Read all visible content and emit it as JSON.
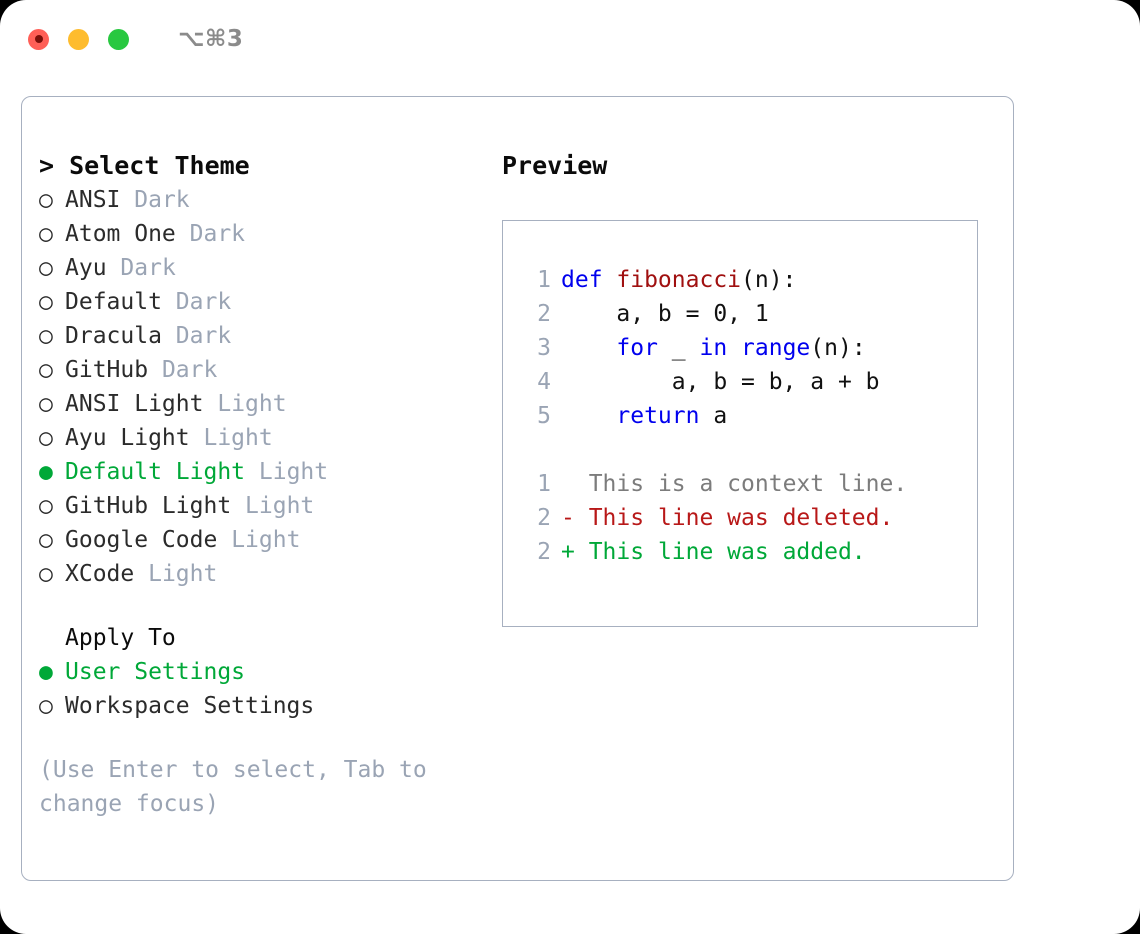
{
  "titlebar": {
    "shortcut": "⌥⌘3",
    "lights": {
      "close": "close-button",
      "minimize": "minimize-button",
      "maximize": "maximize-button"
    }
  },
  "theme_list": {
    "header": "> Select Theme",
    "items": [
      {
        "bullet": "○",
        "label": "ANSI",
        "tag": "Dark",
        "selected": false
      },
      {
        "bullet": "○",
        "label": "Atom One",
        "tag": "Dark",
        "selected": false
      },
      {
        "bullet": "○",
        "label": "Ayu",
        "tag": "Dark",
        "selected": false
      },
      {
        "bullet": "○",
        "label": "Default",
        "tag": "Dark",
        "selected": false
      },
      {
        "bullet": "○",
        "label": "Dracula",
        "tag": "Dark",
        "selected": false
      },
      {
        "bullet": "○",
        "label": "GitHub",
        "tag": "Dark",
        "selected": false
      },
      {
        "bullet": "○",
        "label": "ANSI Light",
        "tag": "Light",
        "selected": false
      },
      {
        "bullet": "○",
        "label": "Ayu Light",
        "tag": "Light",
        "selected": false
      },
      {
        "bullet": "●",
        "label": "Default Light",
        "tag": "Light",
        "selected": true
      },
      {
        "bullet": "○",
        "label": "GitHub Light",
        "tag": "Light",
        "selected": false
      },
      {
        "bullet": "○",
        "label": "Google Code",
        "tag": "Light",
        "selected": false
      },
      {
        "bullet": "○",
        "label": "XCode",
        "tag": "Light",
        "selected": false
      }
    ]
  },
  "apply_to": {
    "label": "Apply To",
    "options": [
      {
        "bullet": "●",
        "label": "User Settings",
        "selected": true
      },
      {
        "bullet": "○",
        "label": "Workspace Settings",
        "selected": false
      }
    ]
  },
  "hint": "(Use Enter to select, Tab to change focus)",
  "preview": {
    "title": "Preview",
    "code_lines": [
      {
        "no": "1",
        "tokens": [
          {
            "t": "def ",
            "c": "kw"
          },
          {
            "t": "fibonacci",
            "c": "fn"
          },
          {
            "t": "(n):",
            "c": "plain"
          }
        ]
      },
      {
        "no": "2",
        "tokens": [
          {
            "t": "    a, b = 0, 1",
            "c": "plain"
          }
        ]
      },
      {
        "no": "3",
        "tokens": [
          {
            "t": "    ",
            "c": "plain"
          },
          {
            "t": "for",
            "c": "kw"
          },
          {
            "t": " _ ",
            "c": "plain"
          },
          {
            "t": "in",
            "c": "kw"
          },
          {
            "t": " ",
            "c": "plain"
          },
          {
            "t": "range",
            "c": "kw"
          },
          {
            "t": "(n):",
            "c": "plain"
          }
        ]
      },
      {
        "no": "4",
        "tokens": [
          {
            "t": "        a, b = b, a + b",
            "c": "plain"
          }
        ]
      },
      {
        "no": "5",
        "tokens": [
          {
            "t": "    ",
            "c": "plain"
          },
          {
            "t": "return",
            "c": "kw"
          },
          {
            "t": " a",
            "c": "plain"
          }
        ]
      }
    ],
    "diff_lines": [
      {
        "no": "1",
        "prefix": "  ",
        "text": "This is a context line.",
        "kind": "ctx"
      },
      {
        "no": "2",
        "prefix": "- ",
        "text": "This line was deleted.",
        "kind": "del"
      },
      {
        "no": "2",
        "prefix": "+ ",
        "text": "This line was added.",
        "kind": "add"
      }
    ]
  },
  "colors": {
    "accent_green": "#00a838",
    "muted": "#9aa4b4",
    "border": "#a7b0c0",
    "keyword_blue": "#0000ee",
    "function_red": "#a01010",
    "diff_delete": "#b81818",
    "diff_add": "#00a838",
    "light_close": "#ff5f57",
    "light_min": "#febc2e",
    "light_max": "#28c840"
  }
}
